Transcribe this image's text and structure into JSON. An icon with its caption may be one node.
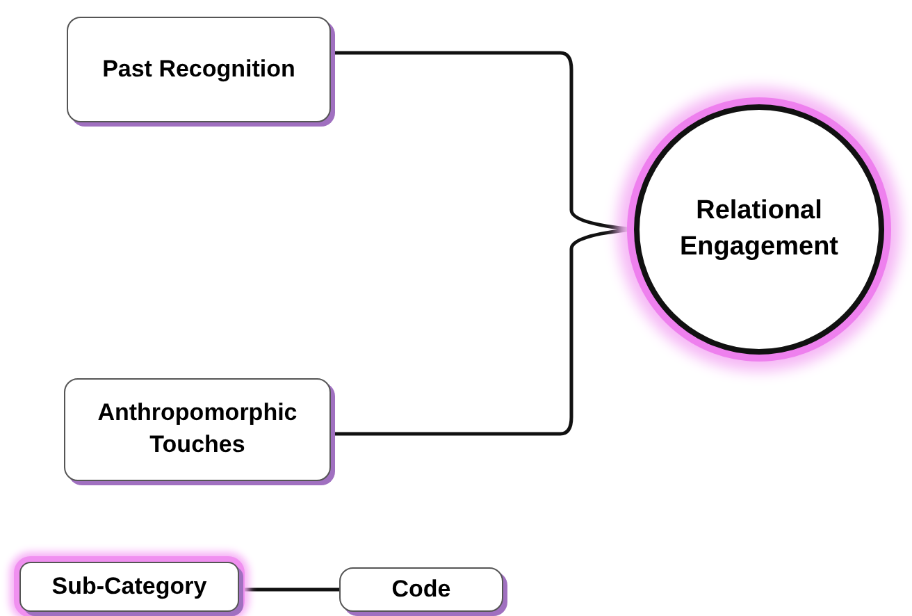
{
  "diagram": {
    "nodes": [
      {
        "text": [
          "Past Recognition"
        ]
      },
      {
        "text": [
          "Anthropomorphic Touches"
        ]
      },
      {
        "text": [
          "Relational Engagement"
        ]
      },
      {
        "text": [
          "Sub-Category"
        ]
      },
      {
        "text": [
          "Code"
        ]
      }
    ],
    "edges": [
      {
        "from": 0,
        "to": 2,
        "arrow": "none"
      },
      {
        "from": 1,
        "to": 2,
        "arrow": "none"
      },
      {
        "from": 3,
        "to": 4,
        "arrow": "none"
      }
    ]
  }
}
